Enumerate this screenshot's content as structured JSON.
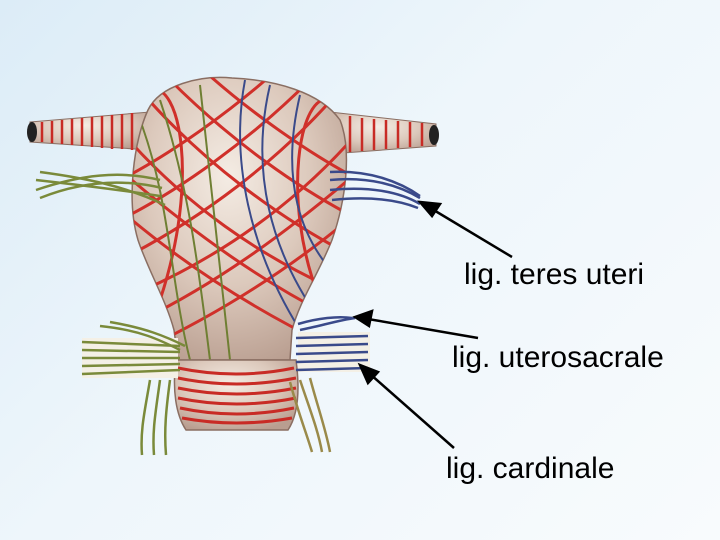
{
  "labels": {
    "teres": "lig. teres uteri",
    "uterosacrale": "lig. uterosacrale",
    "cardinale": "lig. cardinale"
  },
  "colors": {
    "uterus_fill": "#d8c8bc",
    "red_fibers": "#d0302a",
    "blue_fibers": "#3a4a8a",
    "green_fibers": "#7a8a3a",
    "arrow": "#000000"
  }
}
